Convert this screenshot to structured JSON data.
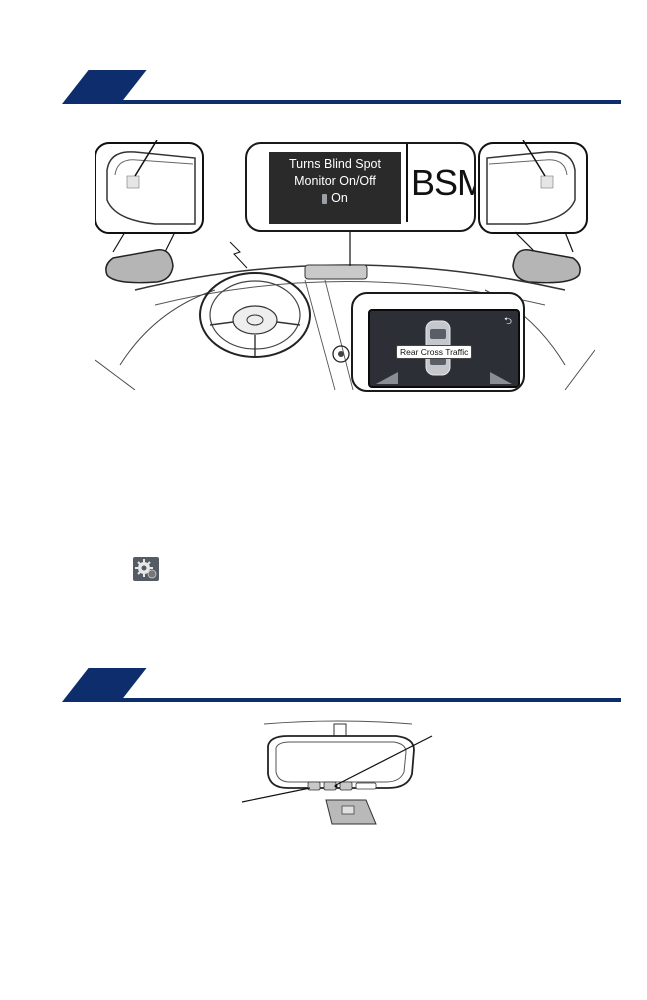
{
  "mfd_callout": {
    "line1": "Turns Blind Spot",
    "line2": "Monitor On/Off",
    "status": "On",
    "button_label": "BSM"
  },
  "display_callout": {
    "label": "Rear Cross Traffic",
    "back_icon": "back-arrow-icon"
  },
  "settings_icon": "gear-settings-icon",
  "colors": {
    "header_blue": "#0d2d6c"
  }
}
